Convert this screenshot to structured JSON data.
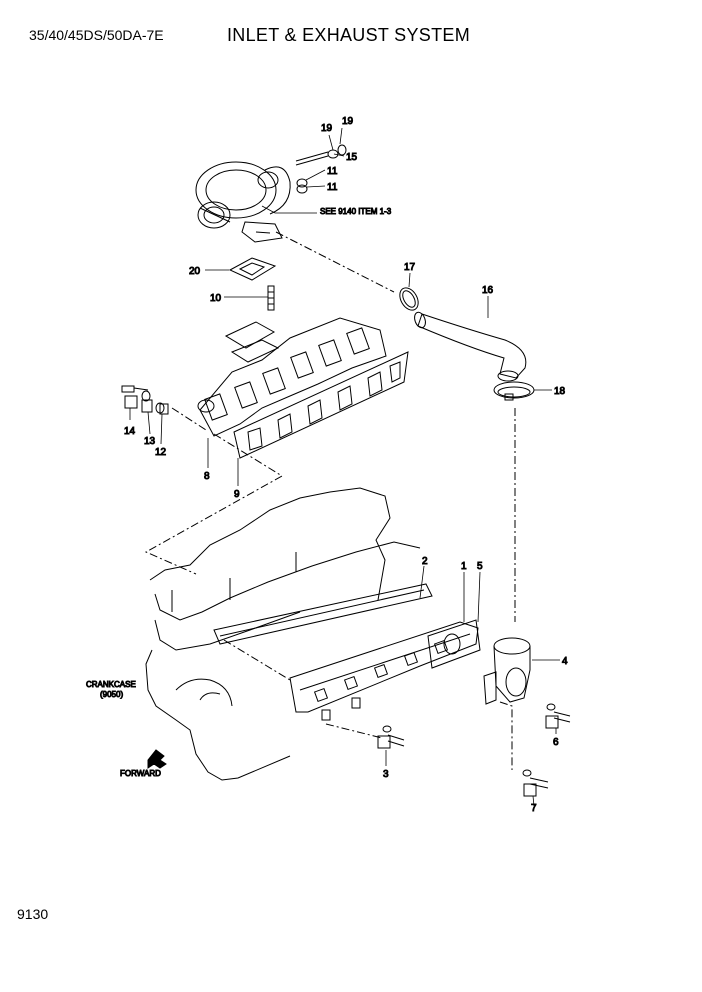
{
  "header": {
    "model": "35/40/45DS/50DA-7E",
    "title": "INLET & EXHAUST SYSTEM"
  },
  "footer": {
    "page_number": "9130"
  },
  "callouts": {
    "c1": "1",
    "c2": "2",
    "c3": "3",
    "c4": "4",
    "c5": "5",
    "c6": "6",
    "c7": "7",
    "c8": "8",
    "c9": "9",
    "c10": "10",
    "c11a": "11",
    "c11b": "11",
    "c12": "12",
    "c13": "13",
    "c14": "14",
    "c15": "15",
    "c16": "16",
    "c17": "17",
    "c18": "18",
    "c19a": "19",
    "c19b": "19",
    "c20": "20"
  },
  "notes": {
    "see_ref": "SEE 9140 ITEM 1-3",
    "crankcase_line1": "CRANKCASE",
    "crankcase_line2": "(9050)",
    "forward": "FORWARD"
  }
}
